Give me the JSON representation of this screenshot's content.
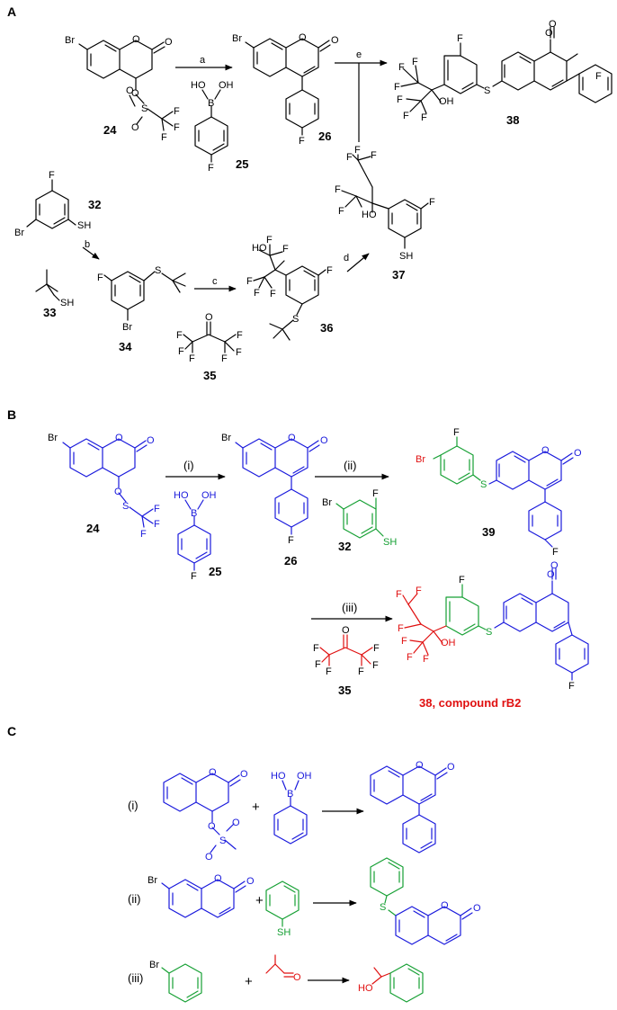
{
  "panels": {
    "a": "A",
    "b": "B",
    "c": "C"
  },
  "compounds": {
    "c24": "24",
    "c25": "25",
    "c26": "26",
    "c32": "32",
    "c33": "33",
    "c34": "34",
    "c35": "35",
    "c36": "36",
    "c37": "37",
    "c38": "38",
    "c39": "39",
    "c38_rb2": "38, compound rB2"
  },
  "conditions": {
    "a": "a",
    "b": "b",
    "c": "c",
    "d": "d",
    "e": "e"
  },
  "steps": {
    "i": "(i)",
    "ii": "(ii)",
    "iii": "(iii)"
  },
  "atoms": {
    "Br": "Br",
    "F": "F",
    "O": "O",
    "S": "S",
    "SH": "SH",
    "HO": "HO",
    "OH": "OH",
    "B": "B",
    "HO_B": "HO",
    "OH_B": "OH",
    "plus": "+"
  },
  "colors": {
    "blue": "#1a1adc",
    "green": "#16a034",
    "red": "#e01010"
  }
}
